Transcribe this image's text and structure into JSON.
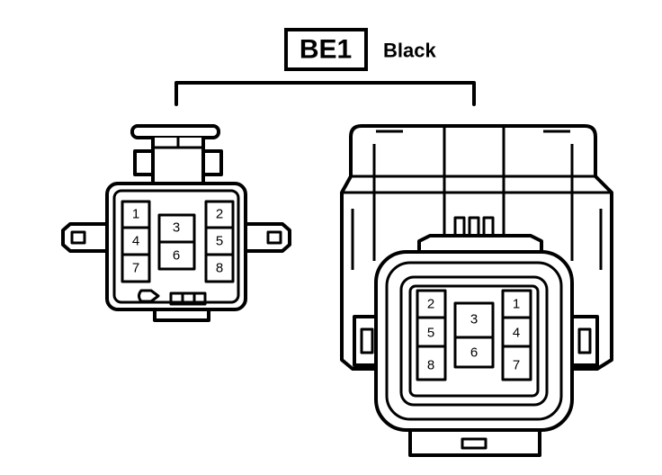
{
  "connector": {
    "code": "BE1",
    "color": "Black"
  },
  "left_view": {
    "pins": [
      "1",
      "4",
      "7",
      "3",
      "6",
      "2",
      "5",
      "8"
    ]
  },
  "right_view": {
    "pins": [
      "2",
      "5",
      "8",
      "3",
      "6",
      "1",
      "4",
      "7"
    ]
  }
}
